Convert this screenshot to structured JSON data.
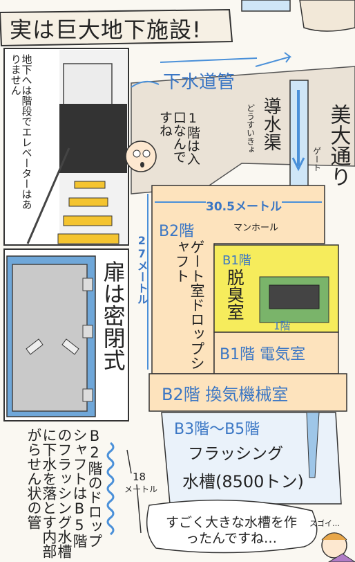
{
  "title": "実は巨大地下施設!",
  "panel_stairs": {
    "note": "地下へは階段でエレベーターはありません"
  },
  "panel_door": {
    "caption": "扉は密閉式"
  },
  "diagram": {
    "sewer_label": "下水道管",
    "street_label": "美大通り",
    "conduit_label": "導水渠",
    "conduit_reading": "どうすいきょ",
    "gate_label": "ゲート",
    "entrance_speech": "1階は入口なんですね",
    "width_label": "30.5メートル",
    "depth_label": "27メートル",
    "manhole_label": "マンホール",
    "b2_label": "B2階",
    "b2_room": "ゲート室ドロップシャフト",
    "b1_label": "B1階",
    "b1_room": "脱臭室",
    "floor1_label": "1階",
    "b1_elec": "B1階 電気室",
    "b2_machine": "B2階 換気機械室",
    "b3_label": "B3階〜B5階",
    "b3_room1": "フラッシング",
    "b3_room2": "水槽(8500トン)"
  },
  "bottom": {
    "description": "B2階のドロップシャフトはB5階のフラッシング水槽に下水を落とす内部がらせん状の管",
    "height_number": "18",
    "height_unit": "メートル",
    "speech": "すごく大きな水槽を作ったんですね…",
    "small_speech": "スゴイ…"
  },
  "colors": {
    "pipe_blue": "#4a90d9",
    "floor_orange": "#fde3bd",
    "floor_yellow": "#f6ec5c",
    "sewer_gray": "#eae2d6",
    "title_banner": "#f6f0e4"
  }
}
